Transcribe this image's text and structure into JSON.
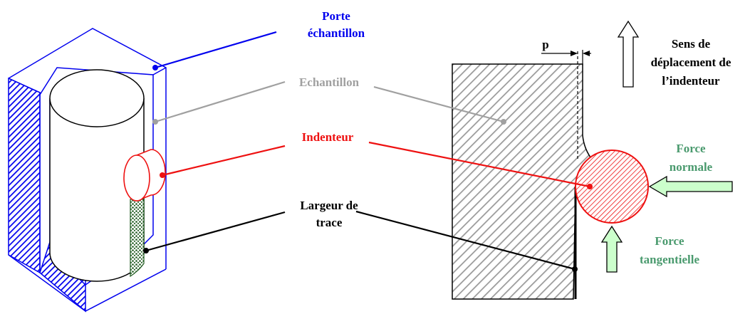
{
  "labels": {
    "porte_line1": "Porte",
    "porte_line2": "échantillon",
    "echantillon": "Echantillon",
    "indenteur": "Indenteur",
    "largeur_line1": "Largeur de",
    "largeur_line2": "trace",
    "p": "p",
    "sens_line1": "Sens de",
    "sens_line2": "déplacement de",
    "sens_line3": "l’indenteur",
    "force_normale_line1": "Force",
    "force_normale_line2": "normale",
    "force_tangentielle_line1": "Force",
    "force_tangentielle_line2": "tangentielle"
  },
  "colors": {
    "holder_blue": "#0000ee",
    "sample_gray": "#a0a0a0",
    "indenter_red": "#ee1111",
    "trace_green": "#1f5a1f",
    "force_text_green": "#4a9a6e",
    "force_arrow_fill": "#ccffcc",
    "black": "#000000"
  }
}
